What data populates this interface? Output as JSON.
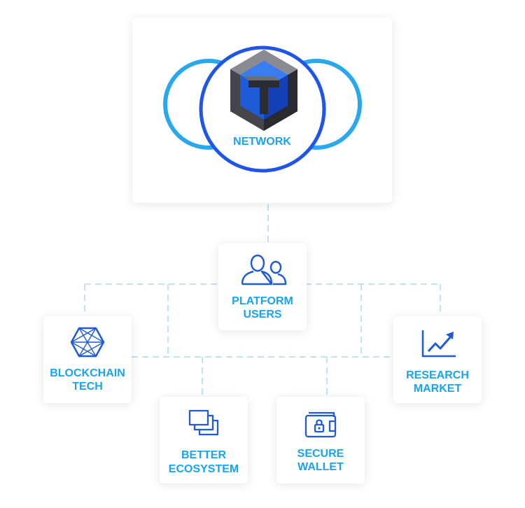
{
  "colors": {
    "label": "#1aa3ee",
    "icon": "#1f5bd6",
    "ring_light": "#2aa8ee",
    "ring_dark": "#1f55e8",
    "connector": "#bfe3f7"
  },
  "network": {
    "label": "NETWORK",
    "logo_icon": "hexagon-cube-logo-icon"
  },
  "nodes": {
    "platform_users": {
      "line1": "PLATFORM",
      "line2": "USERS",
      "icon": "users-icon"
    },
    "blockchain_tech": {
      "line1": "BLOCKCHAIN",
      "line2": "TECH",
      "icon": "hexagon-mesh-icon"
    },
    "research_market": {
      "line1": "RESEARCH",
      "line2": "MARKET",
      "icon": "trending-chart-icon"
    },
    "better_ecosystem": {
      "line1": "BETTER",
      "line2": "ECOSYSTEM",
      "icon": "stacked-windows-icon"
    },
    "secure_wallet": {
      "line1": "SECURE",
      "line2": "WALLET",
      "icon": "wallet-lock-icon"
    }
  }
}
